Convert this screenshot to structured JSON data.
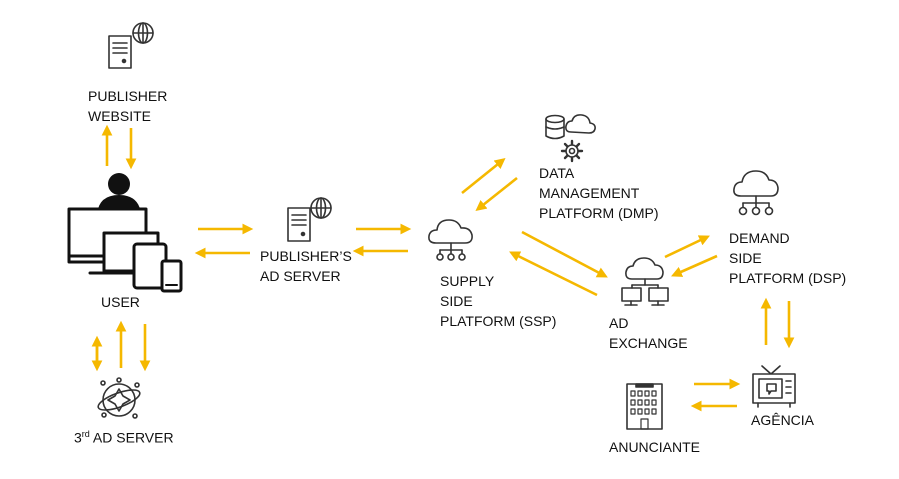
{
  "nodes": {
    "publisher_website": {
      "lines": [
        "PUBLISHER",
        "WEBSITE"
      ]
    },
    "user": {
      "lines": [
        "USER"
      ]
    },
    "third_ad_server": {
      "prefix": "3",
      "sup": "rd",
      "rest": " AD SERVER"
    },
    "publishers_ad_server": {
      "lines": [
        "PUBLISHER’S",
        "AD SERVER"
      ]
    },
    "ssp": {
      "lines": [
        "SUPPLY",
        "SIDE",
        "PLATFORM (SSP)"
      ]
    },
    "dmp": {
      "lines": [
        "DATA",
        "MANAGEMENT",
        "PLATFORM (DMP)"
      ]
    },
    "ad_exchange": {
      "lines": [
        "AD",
        "EXCHANGE"
      ]
    },
    "dsp": {
      "lines": [
        "DEMAND",
        "SIDE",
        "PLATFORM (DSP)"
      ]
    },
    "agencia": {
      "lines": [
        "AGÊNCIA"
      ]
    },
    "anunciante": {
      "lines": [
        "ANUNCIANTE"
      ]
    }
  },
  "colors": {
    "arrow": "#F5B800",
    "icon": "#333333",
    "text": "#111111"
  },
  "icons": [
    "server-globe-icon",
    "user-devices-icon",
    "network-globe-icon",
    "cloud-network-icon",
    "database-cloud-gear-icon",
    "cloud-servers-icon",
    "television-icon",
    "building-icon"
  ]
}
